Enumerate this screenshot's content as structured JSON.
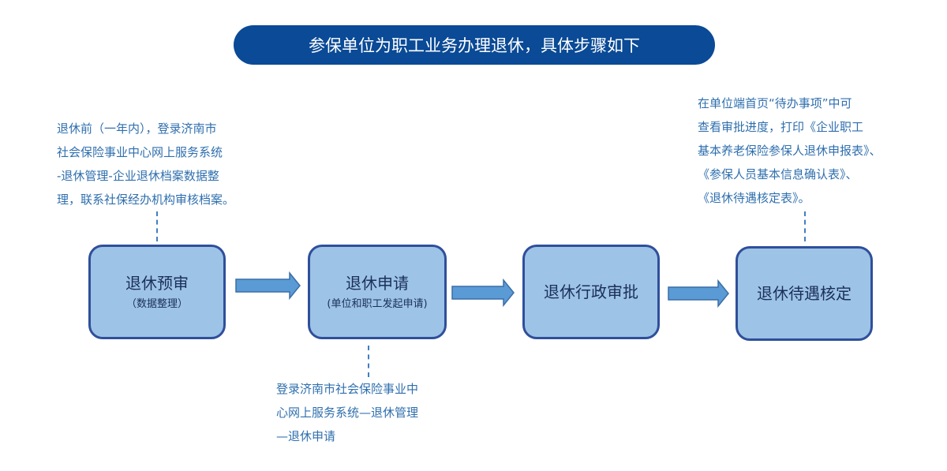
{
  "title": "参保单位为职工业务办理退休，具体步骤如下",
  "steps": [
    {
      "title": "退休预审",
      "subtitle": "（数据整理）"
    },
    {
      "title": "退休申请",
      "subtitle": "(单位和职工发起申请)"
    },
    {
      "title": "退休行政审批",
      "subtitle": ""
    },
    {
      "title": "退休待遇核定",
      "subtitle": ""
    }
  ],
  "notes": {
    "pre_review": "退休前（一年内），登录济南市\n社会保险事业中心网上服务系统\n-退休管理-企业退休档案数据整\n理，联系社保经办机构审核档案。",
    "application": "登录济南市社会保险事业中\n心网上服务系统—退休管理\n—退休申请",
    "benefit_check": "在单位端首页“待办事项”中可\n查看审批进度，打印《企业职工\n基本养老保险参保人退休申报表》、\n《参保人员基本信息确认表》、\n《退休待遇核定表》。"
  },
  "colors": {
    "banner": "#0a4a96",
    "box_fill": "#9dc3e6",
    "box_border": "#2f4f9b",
    "arrow_fill": "#5b9bd5",
    "arrow_border": "#3a6ea8",
    "note_text": "#2f6fae"
  }
}
